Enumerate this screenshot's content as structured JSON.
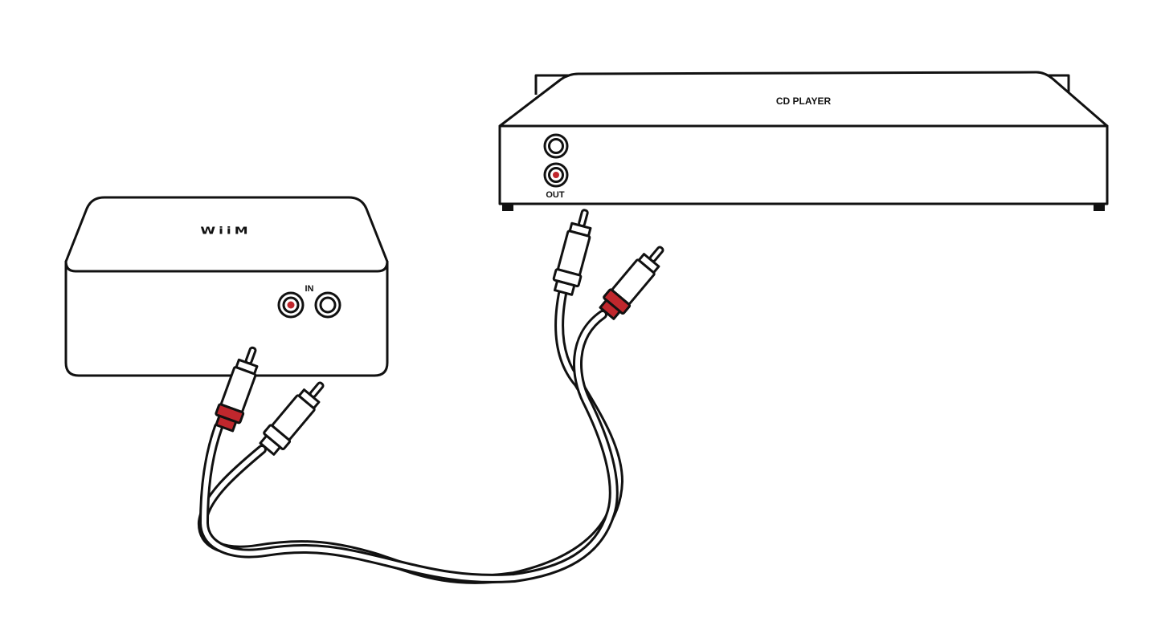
{
  "cd_player": {
    "label": "CD PLAYER",
    "output_label": "OUT"
  },
  "streamer": {
    "logo": "WiiM",
    "input_label": "IN"
  },
  "colors": {
    "stroke": "#111111",
    "background": "#ffffff",
    "red_channel": "#c0272d",
    "white_channel": "#ffffff"
  },
  "cable": {
    "type": "RCA stereo cable",
    "channels": [
      "red",
      "white"
    ]
  }
}
